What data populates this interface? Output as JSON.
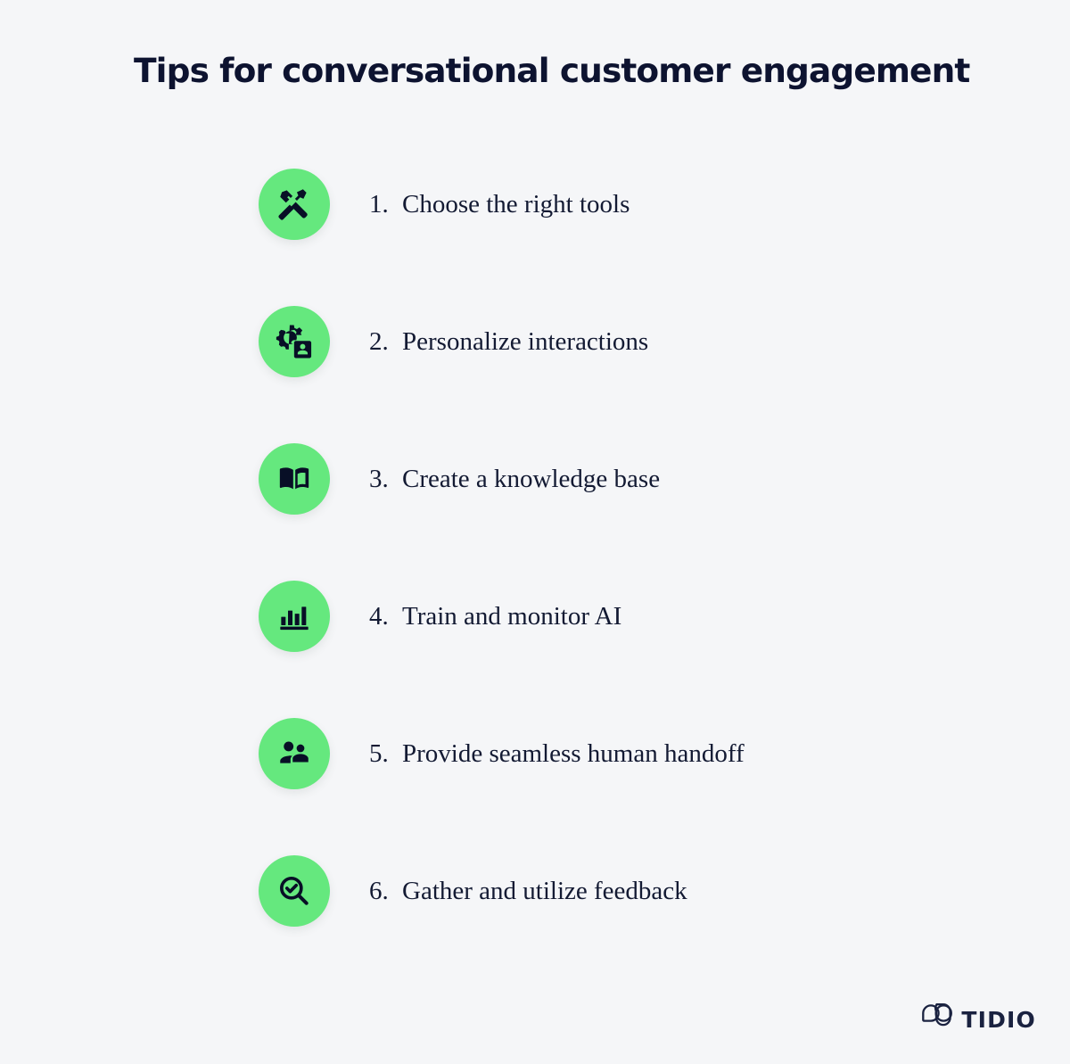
{
  "colors": {
    "background": "#f5f6f8",
    "badge_green": "#65e87e",
    "navy_title": "#0d1330",
    "navy_text": "#131a33",
    "logo_navy": "#1a2240"
  },
  "header": {
    "title": "Tips for conversational customer engagement"
  },
  "tips": [
    {
      "number": "1.",
      "label": "Choose the right tools",
      "icon": "tools-hammer-screwdriver-icon"
    },
    {
      "number": "2.",
      "label": "Personalize interactions",
      "icon": "gear-person-badge-icon"
    },
    {
      "number": "3.",
      "label": "Create a knowledge base",
      "icon": "open-book-icon"
    },
    {
      "number": "4.",
      "label": "Train and monitor AI",
      "icon": "bar-chart-icon"
    },
    {
      "number": "5.",
      "label": "Provide seamless human handoff",
      "icon": "group-people-icon"
    },
    {
      "number": "6.",
      "label": "Gather and utilize feedback",
      "icon": "magnifier-check-icon"
    }
  ],
  "footer": {
    "logo_wordmark": "TIDIO",
    "logo_mark_icon": "tidio-overlapping-bubbles-icon"
  }
}
